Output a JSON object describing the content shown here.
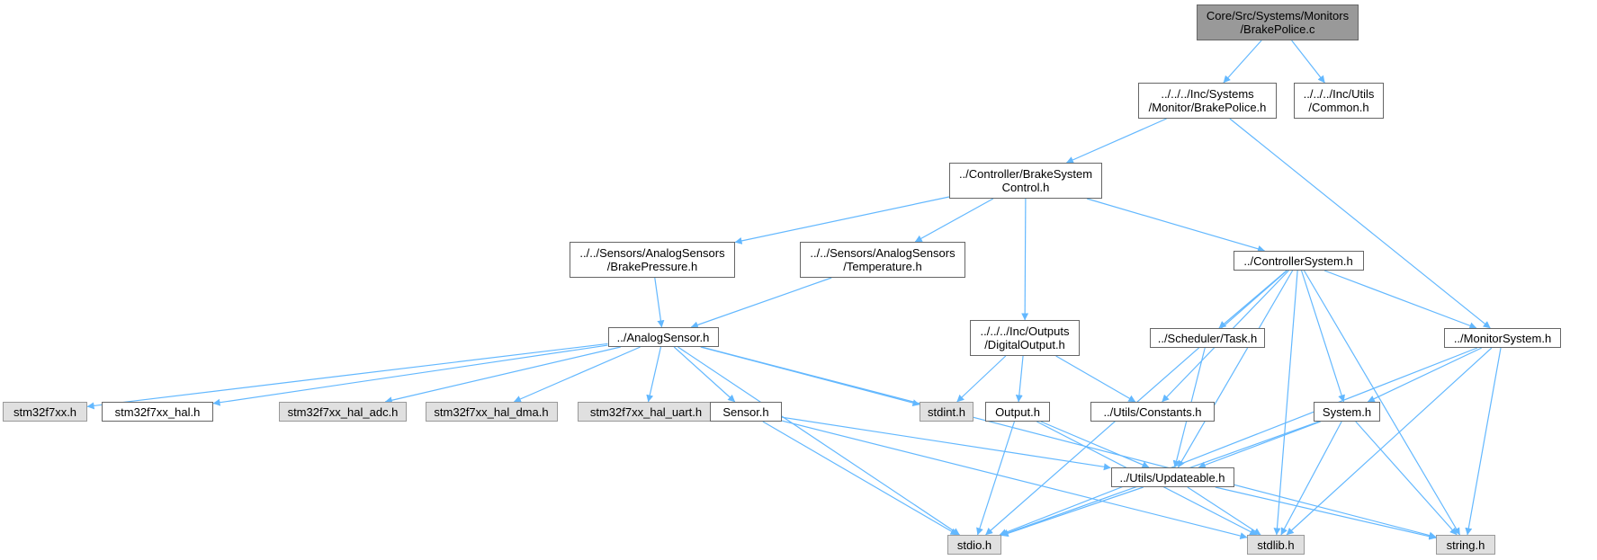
{
  "graph": {
    "edge_color": "#63b8ff",
    "colors": {
      "root_fill": "#999999",
      "doc_fill": "#ffffff",
      "system_fill": "#e0e0e0",
      "border": "#666666"
    },
    "nodes": [
      {
        "id": "root",
        "label": "Core/Src/Systems/Monitors\n/BrakePolice.c",
        "kind": "root"
      },
      {
        "id": "brakepolice_h",
        "label": "../../../Inc/Systems\n/Monitor/BrakePolice.h",
        "kind": "doc"
      },
      {
        "id": "common_h",
        "label": "../../../Inc/Utils\n/Common.h",
        "kind": "doc"
      },
      {
        "id": "brakesystemcontrol_h",
        "label": "../Controller/BrakeSystem\nControl.h",
        "kind": "doc"
      },
      {
        "id": "brakepressure_h",
        "label": "../../Sensors/AnalogSensors\n/BrakePressure.h",
        "kind": "doc"
      },
      {
        "id": "temperature_h",
        "label": "../../Sensors/AnalogSensors\n/Temperature.h",
        "kind": "doc"
      },
      {
        "id": "controllersystem_h",
        "label": "../ControllerSystem.h",
        "kind": "doc"
      },
      {
        "id": "analogsensor_h",
        "label": "../AnalogSensor.h",
        "kind": "doc"
      },
      {
        "id": "digitaloutput_h",
        "label": "../../../Inc/Outputs\n/DigitalOutput.h",
        "kind": "doc"
      },
      {
        "id": "task_h",
        "label": "../Scheduler/Task.h",
        "kind": "doc"
      },
      {
        "id": "monitorsystem_h",
        "label": "../MonitorSystem.h",
        "kind": "doc"
      },
      {
        "id": "stm32f7xx_h",
        "label": "stm32f7xx.h",
        "kind": "system"
      },
      {
        "id": "stm32f7xx_hal_h",
        "label": "stm32f7xx_hal.h",
        "kind": "doc"
      },
      {
        "id": "hal_adc_h",
        "label": "stm32f7xx_hal_adc.h",
        "kind": "system"
      },
      {
        "id": "hal_dma_h",
        "label": "stm32f7xx_hal_dma.h",
        "kind": "system"
      },
      {
        "id": "hal_uart_h",
        "label": "stm32f7xx_hal_uart.h",
        "kind": "system"
      },
      {
        "id": "sensor_h",
        "label": "Sensor.h",
        "kind": "doc"
      },
      {
        "id": "stdint_h",
        "label": "stdint.h",
        "kind": "system"
      },
      {
        "id": "output_h",
        "label": "Output.h",
        "kind": "doc"
      },
      {
        "id": "constants_h",
        "label": "../Utils/Constants.h",
        "kind": "doc"
      },
      {
        "id": "system_h",
        "label": "System.h",
        "kind": "doc"
      },
      {
        "id": "updateable_h",
        "label": "../Utils/Updateable.h",
        "kind": "doc"
      },
      {
        "id": "stdio_h",
        "label": "stdio.h",
        "kind": "system"
      },
      {
        "id": "stdlib_h",
        "label": "stdlib.h",
        "kind": "system"
      },
      {
        "id": "string_h",
        "label": "string.h",
        "kind": "system"
      }
    ],
    "edges": [
      [
        "root",
        "brakepolice_h"
      ],
      [
        "root",
        "common_h"
      ],
      [
        "brakepolice_h",
        "brakesystemcontrol_h"
      ],
      [
        "brakepolice_h",
        "monitorsystem_h"
      ],
      [
        "brakesystemcontrol_h",
        "brakepressure_h"
      ],
      [
        "brakesystemcontrol_h",
        "temperature_h"
      ],
      [
        "brakesystemcontrol_h",
        "digitaloutput_h"
      ],
      [
        "brakesystemcontrol_h",
        "controllersystem_h"
      ],
      [
        "brakepressure_h",
        "analogsensor_h"
      ],
      [
        "temperature_h",
        "analogsensor_h"
      ],
      [
        "analogsensor_h",
        "stm32f7xx_h"
      ],
      [
        "analogsensor_h",
        "stm32f7xx_hal_h"
      ],
      [
        "analogsensor_h",
        "hal_adc_h"
      ],
      [
        "analogsensor_h",
        "hal_dma_h"
      ],
      [
        "analogsensor_h",
        "hal_uart_h"
      ],
      [
        "analogsensor_h",
        "sensor_h"
      ],
      [
        "analogsensor_h",
        "stdint_h"
      ],
      [
        "analogsensor_h",
        "stdio_h"
      ],
      [
        "analogsensor_h",
        "string_h"
      ],
      [
        "digitaloutput_h",
        "stdint_h"
      ],
      [
        "digitaloutput_h",
        "output_h"
      ],
      [
        "digitaloutput_h",
        "constants_h"
      ],
      [
        "controllersystem_h",
        "stdio_h"
      ],
      [
        "controllersystem_h",
        "constants_h"
      ],
      [
        "controllersystem_h",
        "task_h"
      ],
      [
        "controllersystem_h",
        "updateable_h"
      ],
      [
        "controllersystem_h",
        "system_h"
      ],
      [
        "controllersystem_h",
        "stdlib_h"
      ],
      [
        "controllersystem_h",
        "monitorsystem_h"
      ],
      [
        "controllersystem_h",
        "string_h"
      ],
      [
        "task_h",
        "updateable_h"
      ],
      [
        "monitorsystem_h",
        "system_h"
      ],
      [
        "monitorsystem_h",
        "stdio_h"
      ],
      [
        "monitorsystem_h",
        "stdlib_h"
      ],
      [
        "monitorsystem_h",
        "string_h"
      ],
      [
        "sensor_h",
        "updateable_h"
      ],
      [
        "sensor_h",
        "stdio_h"
      ],
      [
        "sensor_h",
        "stdlib_h"
      ],
      [
        "output_h",
        "updateable_h"
      ],
      [
        "output_h",
        "stdio_h"
      ],
      [
        "output_h",
        "stdlib_h"
      ],
      [
        "system_h",
        "updateable_h"
      ],
      [
        "system_h",
        "stdio_h"
      ],
      [
        "system_h",
        "stdlib_h"
      ],
      [
        "system_h",
        "string_h"
      ],
      [
        "updateable_h",
        "stdio_h"
      ],
      [
        "updateable_h",
        "stdlib_h"
      ],
      [
        "updateable_h",
        "string_h"
      ]
    ]
  }
}
